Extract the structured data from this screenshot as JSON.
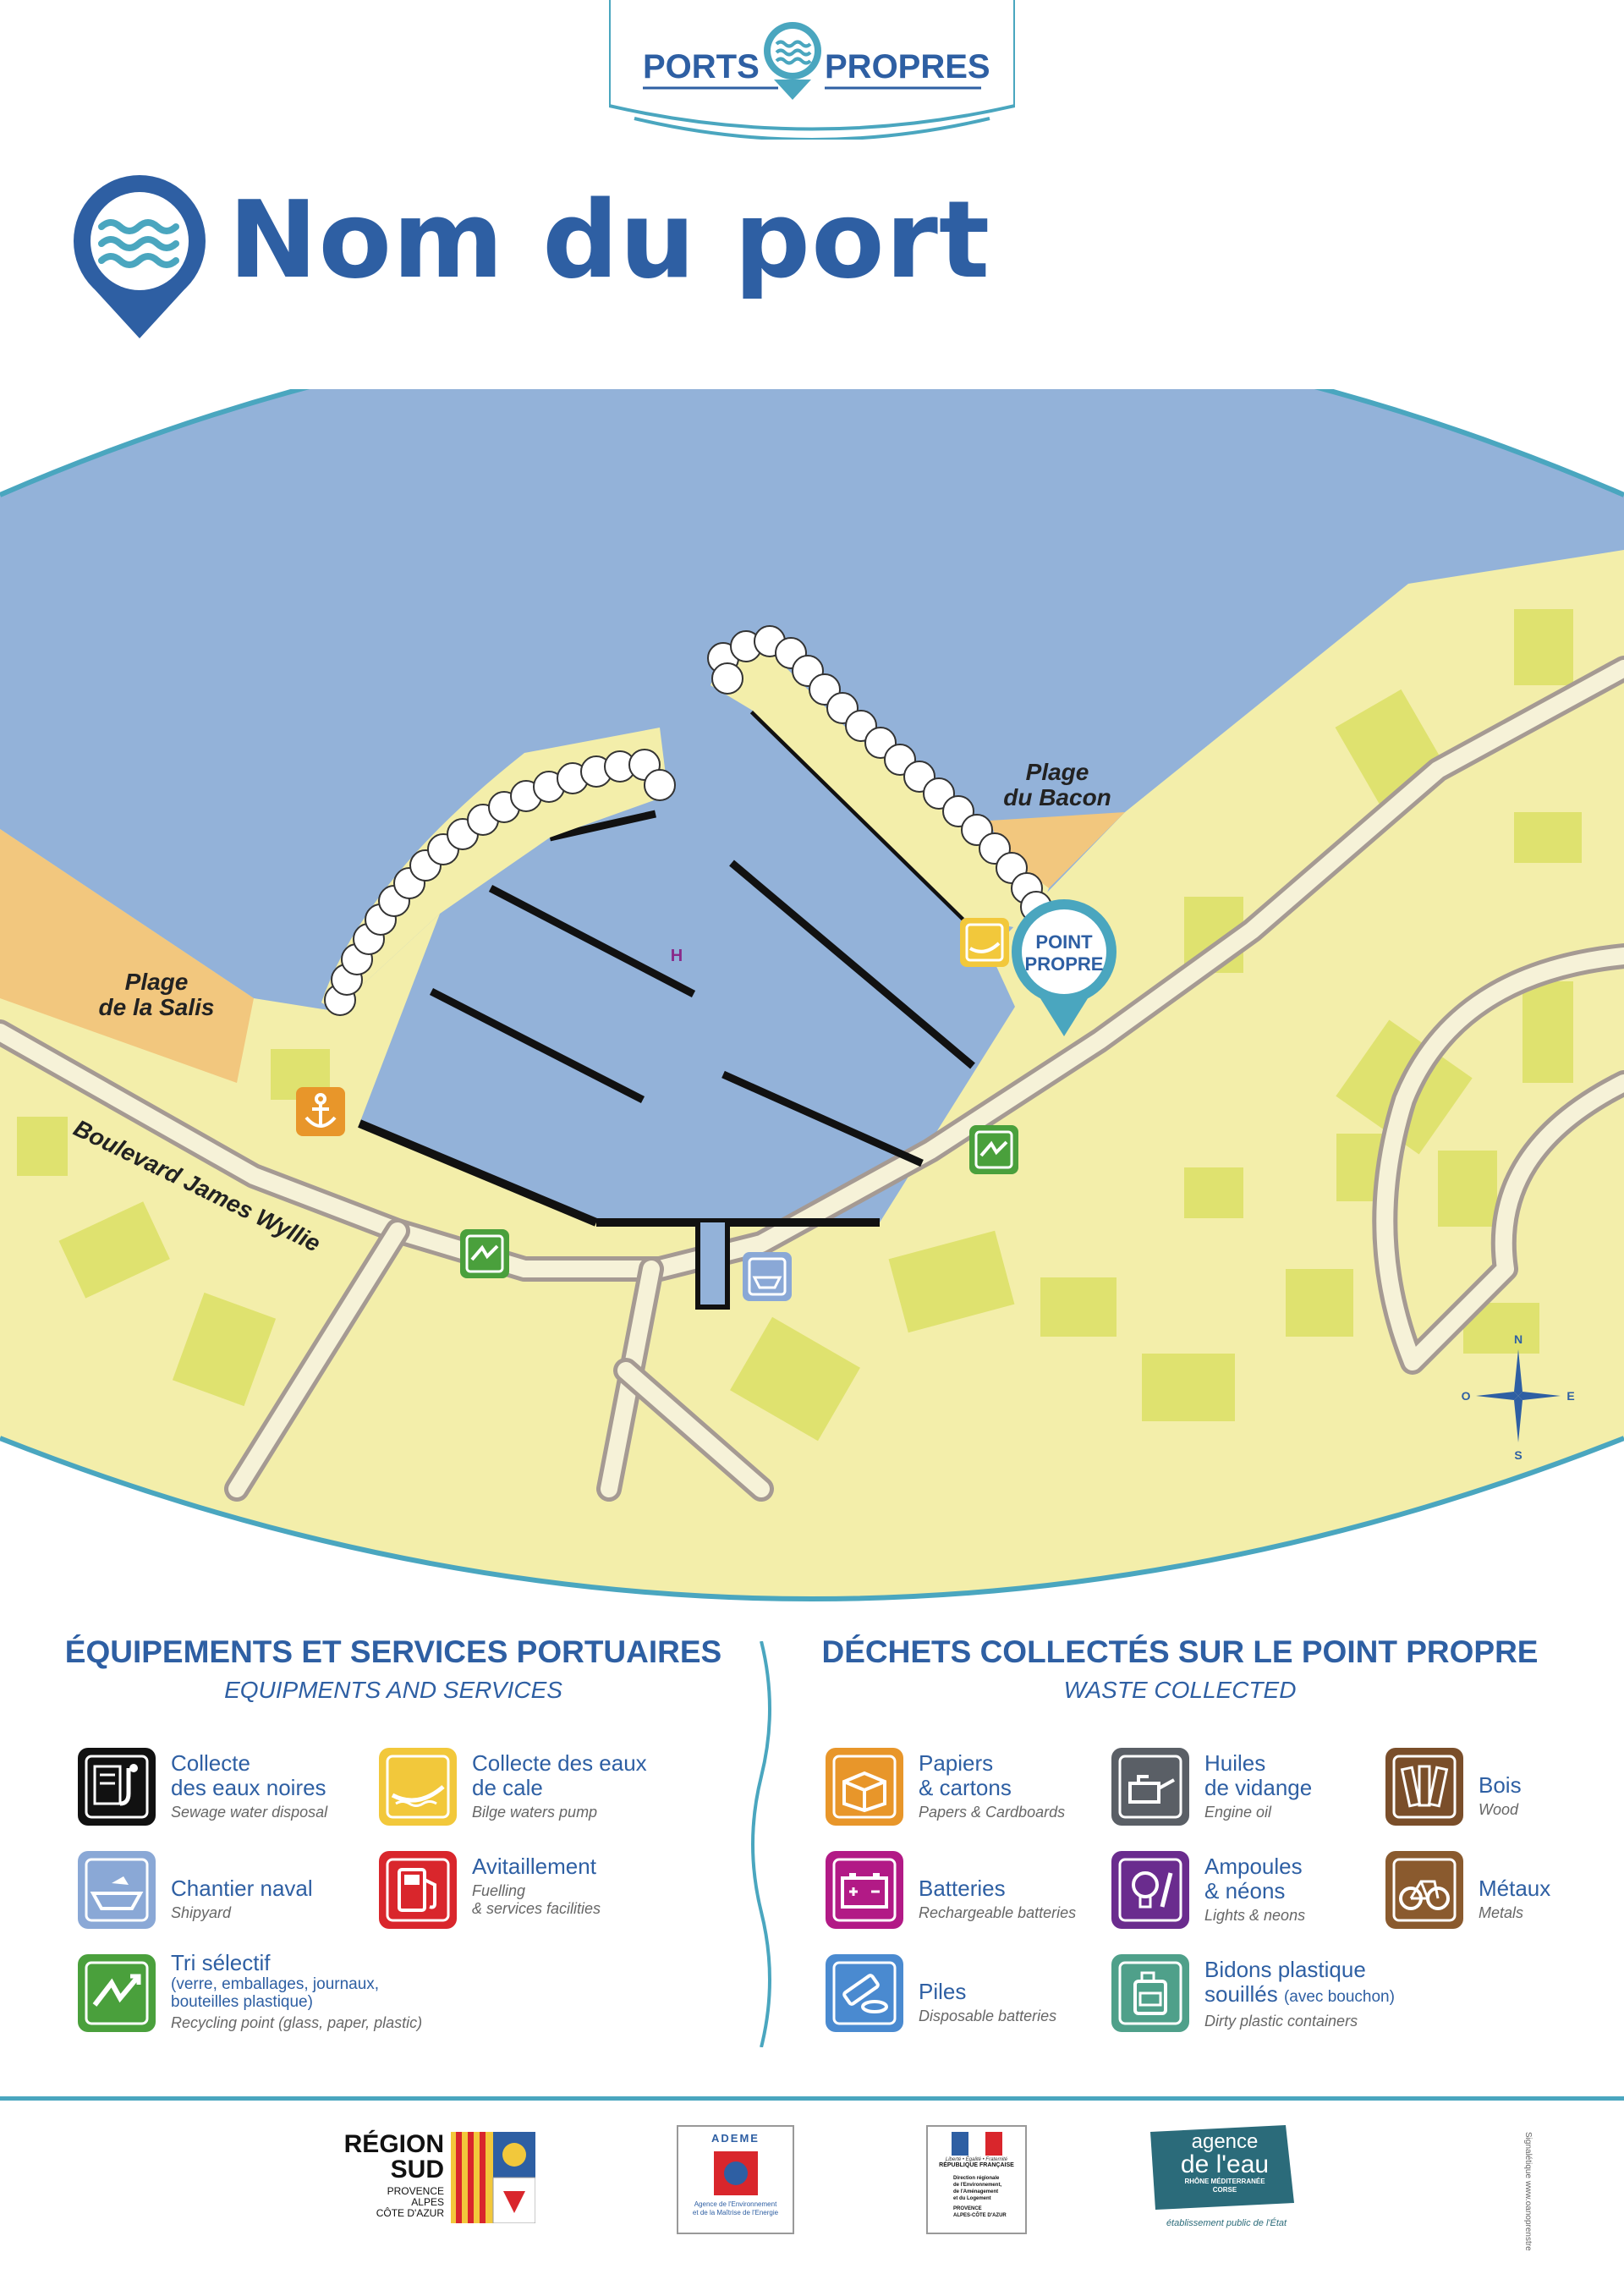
{
  "brand": {
    "left": "PORTS",
    "right": "PROPRES"
  },
  "page_title": "Nom du port",
  "map": {
    "beach_salis": [
      "Plage",
      "de la Salis"
    ],
    "beach_bacon": [
      "Plage",
      "du Bacon"
    ],
    "road_label": "Boulevard James Wyllie",
    "harbour_marker": "H",
    "point_propre": [
      "POINT",
      "PROPRE"
    ],
    "compass": {
      "n": "N",
      "s": "S",
      "e": "E",
      "w": "O"
    },
    "colors": {
      "sea": "#93b2d9",
      "land": "#f3eeaa",
      "beach": "#f2c77e",
      "buildings": "#dfe26f",
      "road": "#a59a93",
      "quay": "#111111"
    }
  },
  "left_section": {
    "title": "ÉQUIPEMENTS ET SERVICES PORTUAIRES",
    "subtitle": "EQUIPMENTS AND SERVICES",
    "items": [
      {
        "icon": "sewage-icon",
        "color": "#111111",
        "label": "Collecte\ndes eaux noires",
        "sub": "Sewage water disposal"
      },
      {
        "icon": "bilge-icon",
        "color": "#f2c83b",
        "label": "Collecte des eaux\nde cale",
        "sub": "Bilge waters pump"
      },
      {
        "icon": "shipyard-icon",
        "color": "#8aa8d6",
        "label": "Chantier naval",
        "sub": "Shipyard"
      },
      {
        "icon": "fuel-pump-icon",
        "color": "#d9262c",
        "label": "Avitaillement",
        "sub": "Fuelling\n& services facilities"
      },
      {
        "icon": "recycling-icon",
        "color": "#4aa03c",
        "label": "Tri sélectif",
        "label_small": "(verre, emballages, journaux,\nbouteilles plastique)",
        "sub": "Recycling point (glass, paper, plastic)"
      }
    ]
  },
  "right_section": {
    "title": "DÉCHETS COLLECTÉS SUR LE POINT PROPRE",
    "subtitle": "WASTE COLLECTED",
    "items": [
      {
        "icon": "cardboard-box-icon",
        "color": "#e8962a",
        "label": "Papiers\n& cartons",
        "sub": "Papers & Cardboards"
      },
      {
        "icon": "oil-can-icon",
        "color": "#5a5f66",
        "label": "Huiles\nde vidange",
        "sub": "Engine oil"
      },
      {
        "icon": "wood-planks-icon",
        "color": "#7a4e2a",
        "label": "Bois",
        "sub": "Wood"
      },
      {
        "icon": "car-battery-icon",
        "color": "#b21a86",
        "label": "Batteries",
        "sub": "Rechargeable batteries"
      },
      {
        "icon": "light-bulb-icon",
        "color": "#6a2c8e",
        "label": "Ampoules\n& néons",
        "sub": "Lights & neons"
      },
      {
        "icon": "bicycle-icon",
        "color": "#8a5a2e",
        "label": "Métaux",
        "sub": "Metals"
      },
      {
        "icon": "batteries-icon",
        "color": "#4a8ad0",
        "label": "Piles",
        "sub": "Disposable batteries"
      },
      {
        "icon": "plastic-jerrycan-icon",
        "color": "#4fa08a",
        "label": "Bidons plastique\nsouillés",
        "label_suffix": "(avec bouchon)",
        "sub": "Dirty plastic containers"
      }
    ]
  },
  "footer": {
    "region": {
      "line1": "RÉGION",
      "line2": "SUD",
      "line3": "PROVENCE\nALPES\nCÔTE D'AZUR"
    },
    "ademe": {
      "name": "ADEME",
      "caption": "Agence de l'Environnement\net de la Maîtrise de l'Energie"
    },
    "republique": {
      "motto": "Liberté • Égalité • Fraternité",
      "name": "RÉPUBLIQUE FRANÇAISE",
      "text": "Direction régionale\nde l'Environnement,\nde l'Aménagement\net du Logement",
      "region": "PROVENCE\nALPES-CÔTE D'AZUR"
    },
    "agence": {
      "line1": "agence",
      "line2": "de l'eau",
      "line3": "RHÔNE MÉDITERRANÉE\nCORSE",
      "caption": "établissement public de l'État"
    },
    "side_credit": "Signalétique www.oanoprenstre"
  }
}
